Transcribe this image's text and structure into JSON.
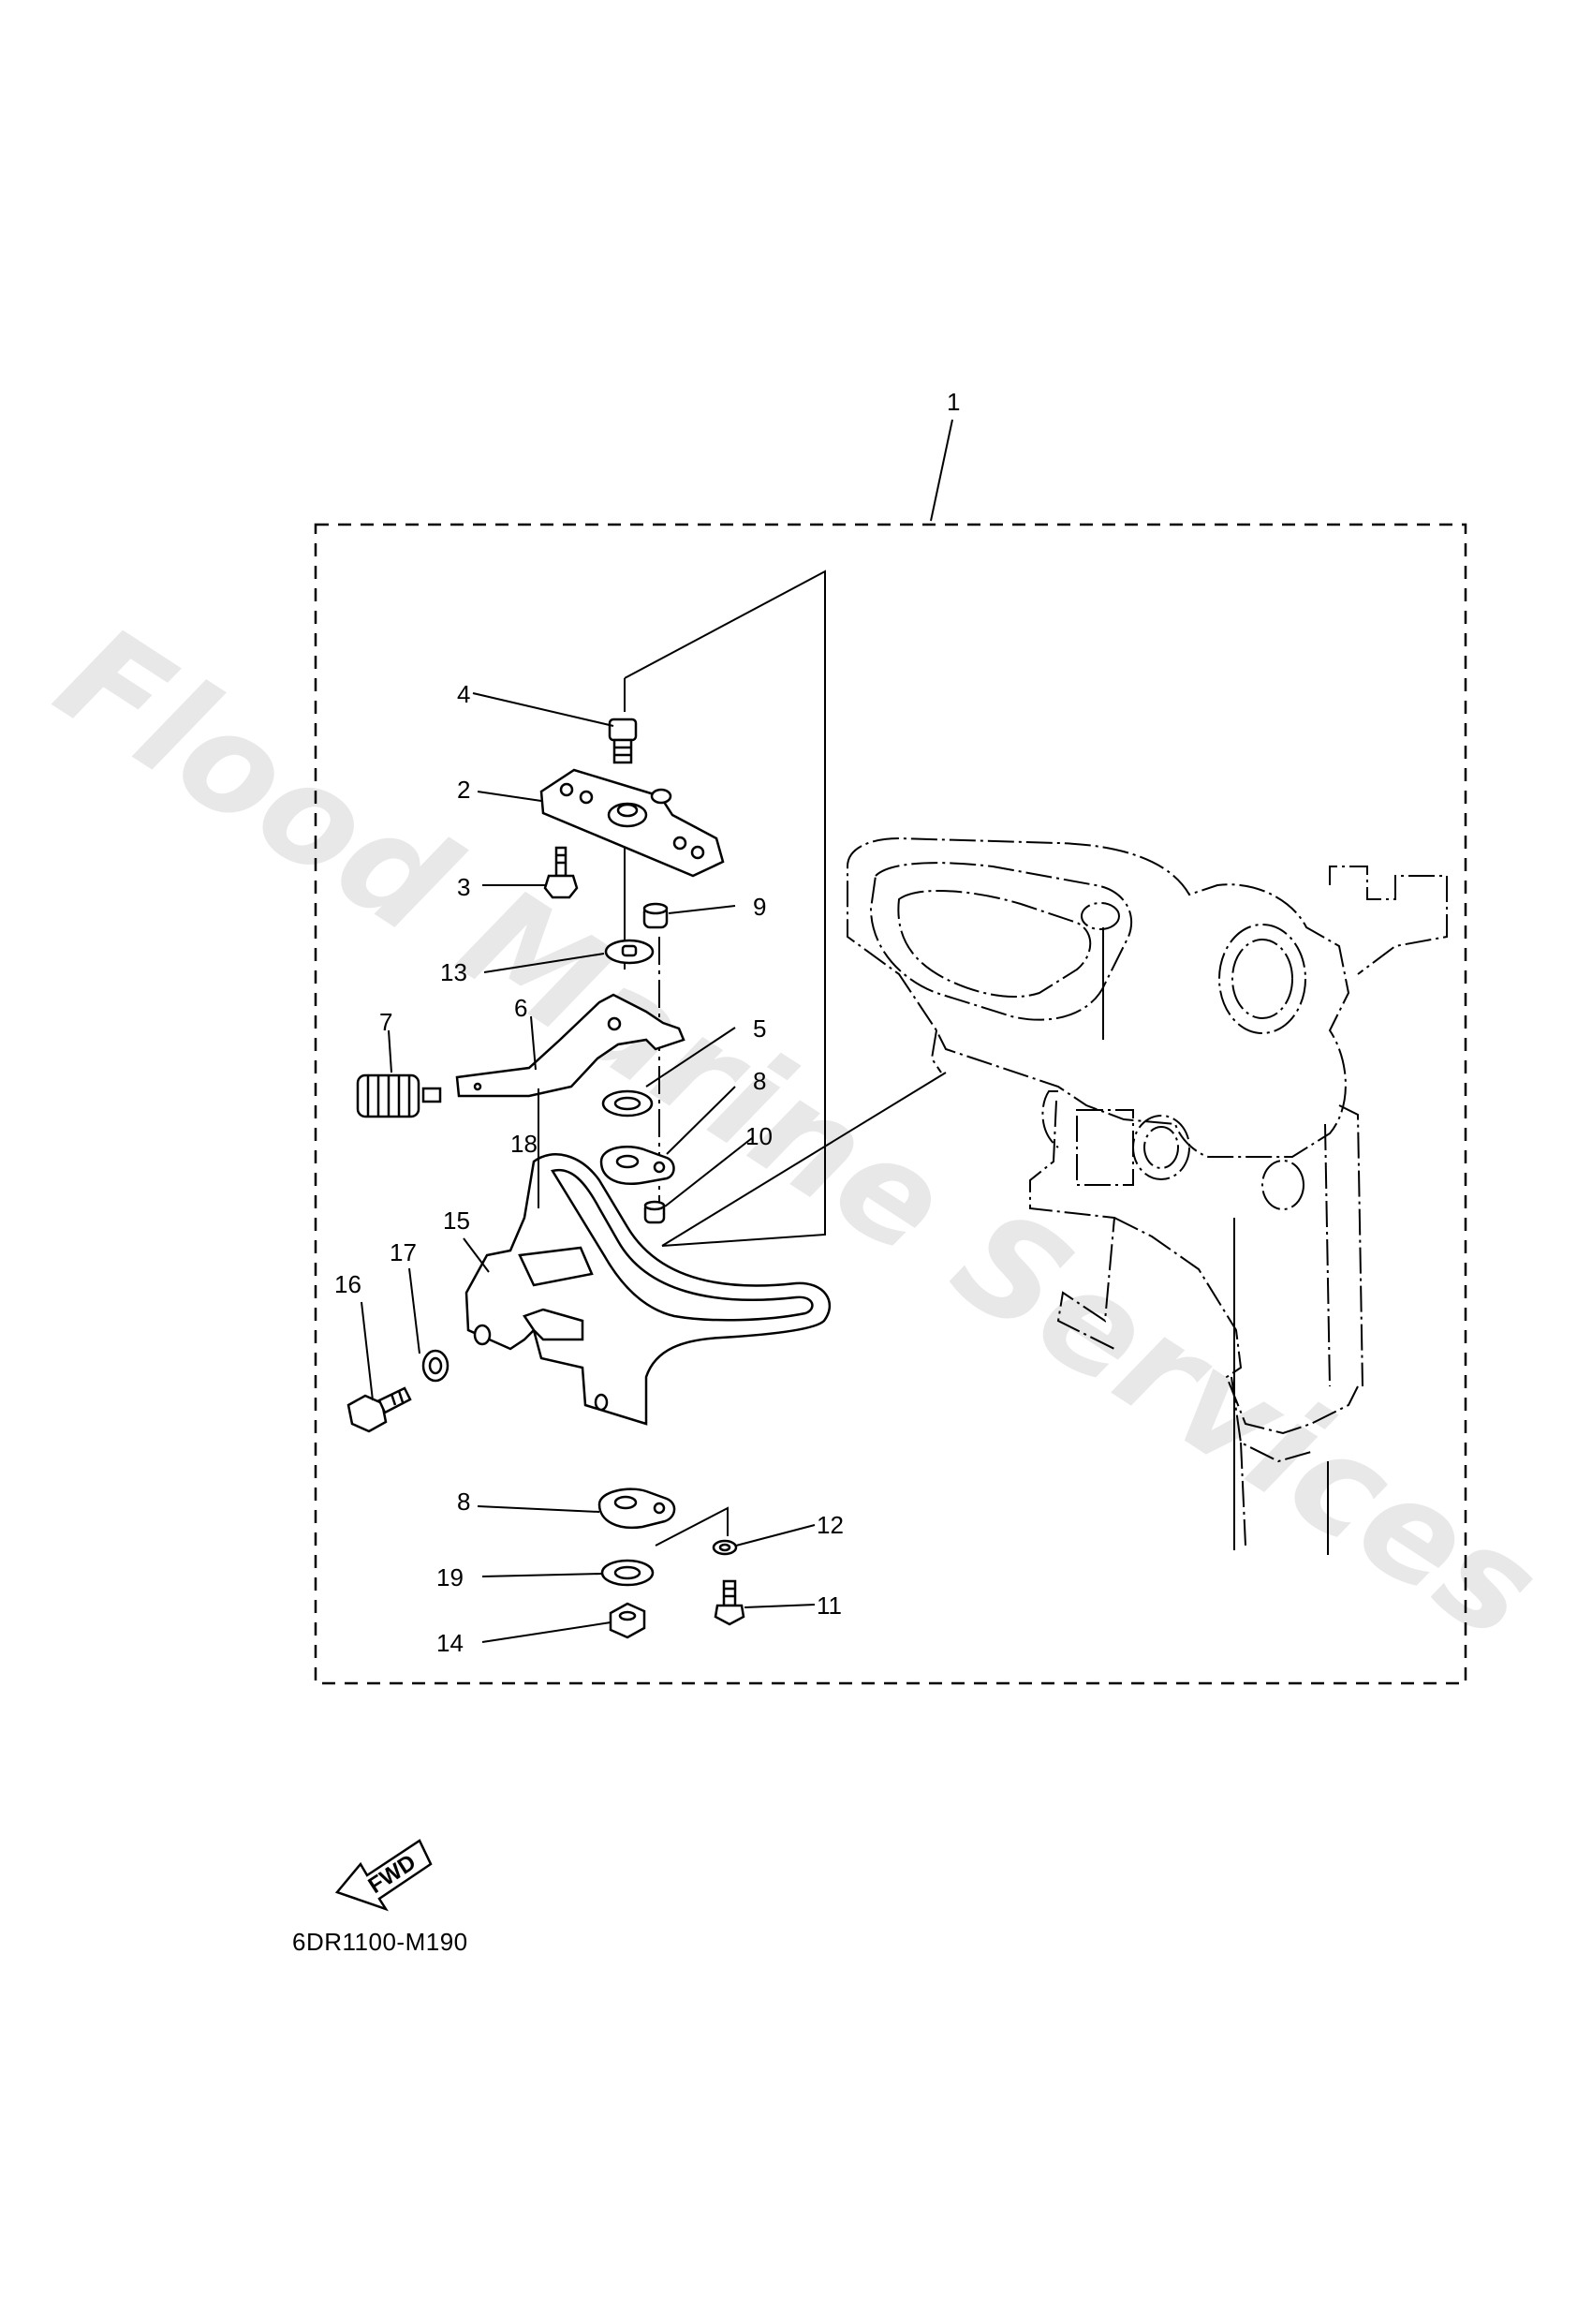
{
  "callouts": [
    "1",
    "2",
    "3",
    "4",
    "5",
    "6",
    "7",
    "8",
    "8",
    "9",
    "10",
    "11",
    "12",
    "13",
    "14",
    "15",
    "16",
    "17",
    "18",
    "19"
  ],
  "fwd_label": "FWD",
  "drawing_code": "6DR1100-M190",
  "watermark": "Flood Marine Services"
}
